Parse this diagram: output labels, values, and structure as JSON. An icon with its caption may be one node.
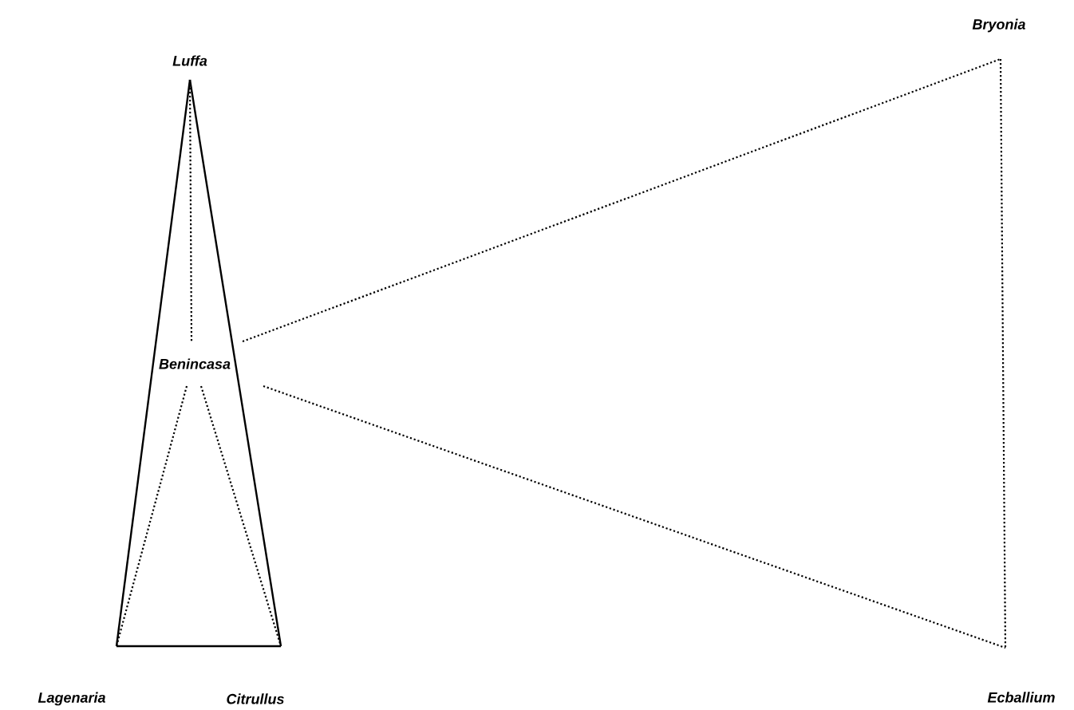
{
  "diagram": {
    "nodes": [
      {
        "text": [
          "Luffa"
        ]
      },
      {
        "text": [
          "Benincasa"
        ]
      },
      {
        "text": [
          "Lagenaria"
        ]
      },
      {
        "text": [
          "Citrullus"
        ]
      },
      {
        "text": [
          "Bryonia"
        ]
      },
      {
        "text": [
          "Ecballium"
        ]
      }
    ],
    "edges": [
      {
        "from": 0,
        "to": 2,
        "arrow": "none"
      },
      {
        "from": 0,
        "to": 3,
        "arrow": "none"
      },
      {
        "from": 2,
        "to": 3,
        "arrow": "none"
      },
      {
        "from": 0,
        "to": 1,
        "arrow": "none",
        "style": "dashed"
      },
      {
        "from": 1,
        "to": 2,
        "arrow": "none",
        "style": "dashed"
      },
      {
        "from": 1,
        "to": 3,
        "arrow": "none",
        "style": "dashed"
      },
      {
        "from": 1,
        "to": 4,
        "arrow": "none",
        "style": "dashed"
      },
      {
        "from": 1,
        "to": 5,
        "arrow": "none",
        "style": "dashed"
      },
      {
        "from": 4,
        "to": 5,
        "arrow": "none",
        "style": "dashed"
      }
    ]
  }
}
